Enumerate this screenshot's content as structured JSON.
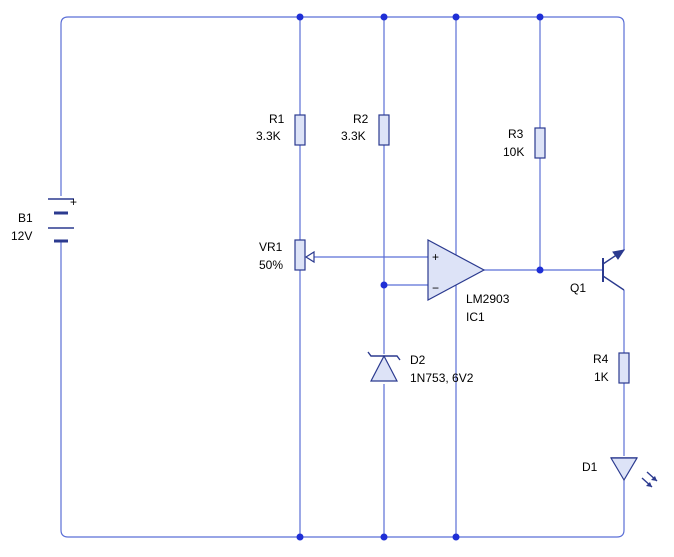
{
  "components": {
    "battery": {
      "ref": "B1",
      "value": "12V",
      "plus": "+"
    },
    "r1": {
      "ref": "R1",
      "value": "3.3K"
    },
    "r2": {
      "ref": "R2",
      "value": "3.3K"
    },
    "r3": {
      "ref": "R3",
      "value": "10K"
    },
    "r4": {
      "ref": "R4",
      "value": "1K"
    },
    "vr1": {
      "ref": "VR1",
      "value": "50%"
    },
    "d2": {
      "ref": "D2",
      "value": "1N753, 6V2"
    },
    "ic1": {
      "part": "LM2903",
      "ref": "IC1",
      "plus": "+",
      "minus": "−"
    },
    "q1": {
      "ref": "Q1"
    },
    "d1": {
      "ref": "D1"
    }
  },
  "colors": {
    "wire": "#5b6fd6",
    "component_fill": "#dde3f7",
    "component_stroke": "#2b3a8f",
    "junction": "#1f2fd6"
  }
}
